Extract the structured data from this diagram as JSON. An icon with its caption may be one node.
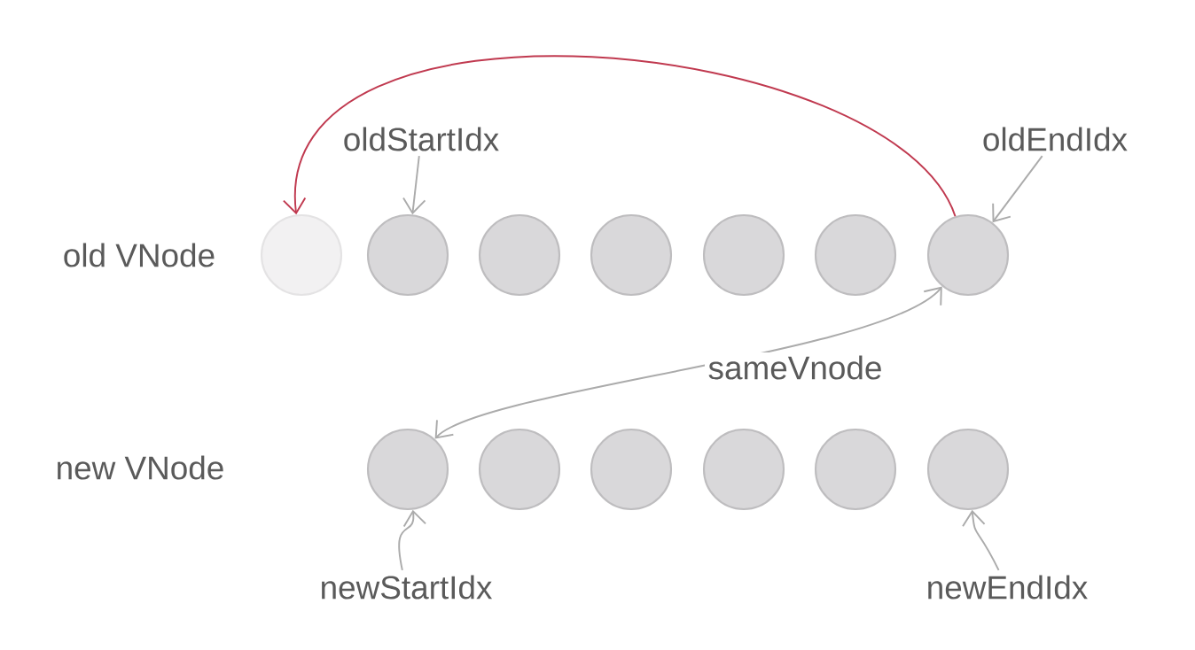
{
  "diagram": {
    "nodes": [
      {
        "text": [
          "oldStartIdx"
        ]
      },
      {
        "text": [
          "oldEndIdx"
        ]
      },
      {
        "text": [],
        "shape": "circle"
      },
      {
        "text": [],
        "shape": "circle"
      },
      {
        "text": [],
        "shape": "circle"
      },
      {
        "text": [],
        "shape": "circle"
      },
      {
        "text": [],
        "shape": "circle"
      },
      {
        "text": [],
        "shape": "circle"
      },
      {
        "text": [],
        "shape": "circle"
      },
      {
        "text": [],
        "shape": "circle"
      },
      {
        "text": [],
        "shape": "circle"
      },
      {
        "text": [],
        "shape": "circle"
      },
      {
        "text": [],
        "shape": "circle"
      },
      {
        "text": [],
        "shape": "circle"
      },
      {
        "text": [],
        "shape": "circle"
      },
      {
        "text": [
          "newStartIdx"
        ]
      },
      {
        "text": [
          "newEndIdx"
        ]
      }
    ],
    "edges": [
      {
        "from": 0,
        "to": 3,
        "arrow": "to"
      },
      {
        "from": 1,
        "to": 8,
        "arrow": "to"
      },
      {
        "from": 8,
        "to": 2,
        "arrow": "to",
        "color": "#c0394f"
      },
      {
        "from": 9,
        "to": 8,
        "arrow": "both",
        "label": "sameVnode"
      },
      {
        "from": 15,
        "to": 9,
        "arrow": "to"
      },
      {
        "from": 16,
        "to": 14,
        "arrow": "to"
      }
    ],
    "labels": [
      "old VNode",
      "new VNode"
    ]
  }
}
